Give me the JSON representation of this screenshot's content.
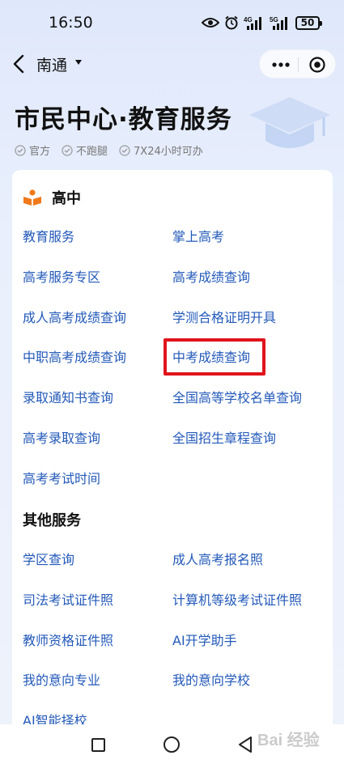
{
  "status_bar": {
    "time": "16:50",
    "battery": "50",
    "net_4g": "4G",
    "net_5g": "5G"
  },
  "nav": {
    "city": "南通"
  },
  "header": {
    "title": "市民中心·教育服务",
    "badges": [
      "官方",
      "不跑腿",
      "7X24小时可办"
    ]
  },
  "sections": [
    {
      "title": "高中",
      "items": [
        "教育服务",
        "掌上高考",
        "高考服务专区",
        "高考成绩查询",
        "成人高考成绩查询",
        "学测合格证明开具",
        "中职高考成绩查询",
        "中考成绩查询",
        "录取通知书查询",
        "全国高等学校名单查询",
        "高考录取查询",
        "全国招生章程查询",
        "高考考试时间"
      ]
    },
    {
      "title": "其他服务",
      "items": [
        "学区查询",
        "成人高考报名照",
        "司法考试证件照",
        "计算机等级考试证件照",
        "教师资格证件照",
        "AI开学助手",
        "我的意向专业",
        "我的意向学校",
        "AI智能择校"
      ]
    }
  ],
  "highlighted_item": "中考成绩查询",
  "watermark": "Bai 经验",
  "colors": {
    "link": "#2359b9",
    "accent_orange": "#f07a1a",
    "highlight_red": "#e0141c"
  }
}
